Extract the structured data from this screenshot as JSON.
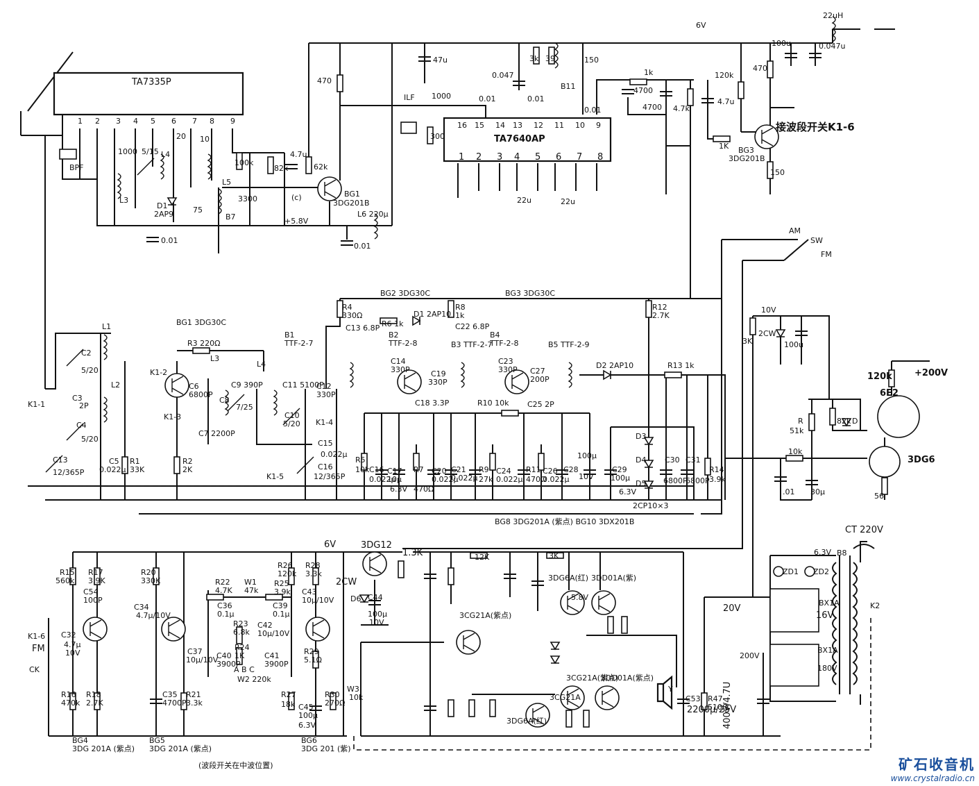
{
  "ics": {
    "ta7335": {
      "name": "TA7335P",
      "pins": [
        "1",
        "2",
        "3",
        "4",
        "5",
        "6",
        "7",
        "8",
        "9"
      ]
    },
    "ta7640": {
      "name": "TA7640AP",
      "top_pins": [
        "16",
        "15",
        "14",
        "13",
        "12",
        "11",
        "10",
        "9"
      ],
      "bottom_pins": [
        "1",
        "2",
        "3",
        "4",
        "5",
        "6",
        "7",
        "8"
      ]
    }
  },
  "top_labels": [
    {
      "id": "supply-6v",
      "text": "6V"
    },
    {
      "id": "l-22uh",
      "text": "22uH"
    },
    {
      "id": "c-47u",
      "text": "47u"
    },
    {
      "id": "c-100u",
      "text": "100u"
    },
    {
      "id": "c-0047u",
      "text": "0.047u"
    },
    {
      "id": "r-470a",
      "text": "470"
    },
    {
      "id": "r-470b",
      "text": "470"
    },
    {
      "id": "r-120k",
      "text": "120k"
    },
    {
      "id": "r-1k",
      "text": "1k"
    },
    {
      "id": "c-4700a",
      "text": "4700"
    },
    {
      "id": "c-4700b",
      "text": "4700"
    },
    {
      "id": "r-47k",
      "text": "4.7k"
    },
    {
      "id": "c-47u2",
      "text": "4.7u"
    },
    {
      "id": "r-1k2",
      "text": "1K"
    },
    {
      "id": "bg3",
      "text": "BG3"
    },
    {
      "id": "bg3-type",
      "text": "3DG201B"
    },
    {
      "id": "r-150",
      "text": "150"
    },
    {
      "id": "c-150",
      "text": "150"
    },
    {
      "id": "r-3k",
      "text": "3k"
    },
    {
      "id": "r-39",
      "text": "39"
    },
    {
      "id": "b11",
      "text": "B11"
    },
    {
      "id": "c-0047",
      "text": "0.047"
    },
    {
      "id": "c-001a",
      "text": "0.01"
    },
    {
      "id": "c-001b",
      "text": "0.01"
    },
    {
      "id": "c-001c",
      "text": "0.01"
    },
    {
      "id": "ilf",
      "text": "ILF"
    },
    {
      "id": "c-1000",
      "text": "1000"
    },
    {
      "id": "r-300",
      "text": "300"
    },
    {
      "id": "c-22u-a",
      "text": "22u"
    },
    {
      "id": "c-22u-b",
      "text": "22u"
    },
    {
      "id": "c-1000b",
      "text": "1000"
    },
    {
      "id": "c-515",
      "text": "5/15"
    },
    {
      "id": "l4",
      "text": "L4"
    },
    {
      "id": "l3",
      "text": "L3"
    },
    {
      "id": "d1",
      "text": "D1"
    },
    {
      "id": "d1-type",
      "text": "2AP9"
    },
    {
      "id": "c-75",
      "text": "75"
    },
    {
      "id": "c-20",
      "text": "20"
    },
    {
      "id": "c-10",
      "text": "10"
    },
    {
      "id": "l5",
      "text": "L5"
    },
    {
      "id": "b7",
      "text": "B7"
    },
    {
      "id": "c-3300",
      "text": "3300"
    },
    {
      "id": "node-c",
      "text": "(c)"
    },
    {
      "id": "r-100k",
      "text": "100k"
    },
    {
      "id": "r-82k",
      "text": "82k"
    },
    {
      "id": "c-47u3",
      "text": "4.7u"
    },
    {
      "id": "r-62k",
      "text": "62k"
    },
    {
      "id": "bg1",
      "text": "BG1"
    },
    {
      "id": "bg1-type",
      "text": "3DG201B"
    },
    {
      "id": "v-58",
      "text": "+5.8V"
    },
    {
      "id": "l6",
      "text": "L6 220μ"
    },
    {
      "id": "c-001d",
      "text": "0.01"
    },
    {
      "id": "c-001e",
      "text": "0.01"
    },
    {
      "id": "bpf",
      "text": "BPF"
    },
    {
      "id": "band-switch",
      "text": "接波段开关K1-6"
    }
  ],
  "switch": {
    "am": "AM",
    "sw": "SW",
    "fm": "FM"
  },
  "middle_labels": [
    {
      "id": "bg1b",
      "text": "BG1 3DG30C"
    },
    {
      "id": "bg2",
      "text": "BG2 3DG30C"
    },
    {
      "id": "bg3b",
      "text": "BG3 3DG30C"
    },
    {
      "id": "l1",
      "text": "L1"
    },
    {
      "id": "l2",
      "text": "L2"
    },
    {
      "id": "c2",
      "text": "C2"
    },
    {
      "id": "c2v",
      "text": "5/20"
    },
    {
      "id": "c3",
      "text": "C3"
    },
    {
      "id": "c3v",
      "text": "2P"
    },
    {
      "id": "c4",
      "text": "C4"
    },
    {
      "id": "c4v",
      "text": "5/20"
    },
    {
      "id": "k11",
      "text": "K1-1"
    },
    {
      "id": "k12",
      "text": "K1-2"
    },
    {
      "id": "k13",
      "text": "K1-3"
    },
    {
      "id": "k14",
      "text": "K1-4"
    },
    {
      "id": "k15",
      "text": "K1-5"
    },
    {
      "id": "c13",
      "text": "C13"
    },
    {
      "id": "c13v",
      "text": "12/365P"
    },
    {
      "id": "c5",
      "text": "C5"
    },
    {
      "id": "c5v",
      "text": "0.022μ"
    },
    {
      "id": "r1",
      "text": "R1"
    },
    {
      "id": "r1v",
      "text": "33K"
    },
    {
      "id": "r2",
      "text": "R2"
    },
    {
      "id": "r2v",
      "text": "2K"
    },
    {
      "id": "r3",
      "text": "R3 220Ω"
    },
    {
      "id": "c6",
      "text": "C6"
    },
    {
      "id": "c6v",
      "text": "6800P"
    },
    {
      "id": "c7",
      "text": "C7 2200P"
    },
    {
      "id": "c8",
      "text": "C8"
    },
    {
      "id": "c8v",
      "text": "7/25"
    },
    {
      "id": "c9",
      "text": "C9 390P"
    },
    {
      "id": "c11",
      "text": "C11 5100P"
    },
    {
      "id": "c10",
      "text": "C10"
    },
    {
      "id": "c10v",
      "text": "5/20"
    },
    {
      "id": "c12",
      "text": "C12"
    },
    {
      "id": "c12v",
      "text": "330P"
    },
    {
      "id": "c15",
      "text": "C15"
    },
    {
      "id": "c15v",
      "text": "0.022μ"
    },
    {
      "id": "c16",
      "text": "C16"
    },
    {
      "id": "c16b",
      "text": "12/365P"
    },
    {
      "id": "l3b",
      "text": "L3"
    },
    {
      "id": "l4b",
      "text": "L4"
    },
    {
      "id": "b1",
      "text": "B1"
    },
    {
      "id": "b1v",
      "text": "TTF-2-7"
    },
    {
      "id": "b2",
      "text": "B2"
    },
    {
      "id": "b2v",
      "text": "TTF-2-8"
    },
    {
      "id": "b3",
      "text": "B3 TTF-2-7"
    },
    {
      "id": "b4",
      "text": "B4"
    },
    {
      "id": "b4v",
      "text": "TTF-2-8"
    },
    {
      "id": "b5",
      "text": "B5 TTF-2-9"
    },
    {
      "id": "r4",
      "text": "R4"
    },
    {
      "id": "r4v",
      "text": "330Ω"
    },
    {
      "id": "r6",
      "text": "R6 1k"
    },
    {
      "id": "d1b",
      "text": "D1 2AP10"
    },
    {
      "id": "r8",
      "text": "R8"
    },
    {
      "id": "r8v",
      "text": "1k"
    },
    {
      "id": "c13b",
      "text": "C13 6.8P"
    },
    {
      "id": "c22",
      "text": "C22 6.8P"
    },
    {
      "id": "c14",
      "text": "C14"
    },
    {
      "id": "c14v",
      "text": "330P"
    },
    {
      "id": "c19",
      "text": "C19"
    },
    {
      "id": "c19v",
      "text": "330P"
    },
    {
      "id": "c18",
      "text": "C18 3.3P"
    },
    {
      "id": "c23",
      "text": "C23"
    },
    {
      "id": "c23v",
      "text": "330P"
    },
    {
      "id": "c27",
      "text": "C27"
    },
    {
      "id": "c27v",
      "text": "200P"
    },
    {
      "id": "c25",
      "text": "C25 2P"
    },
    {
      "id": "r10",
      "text": "R10 10k"
    },
    {
      "id": "d2",
      "text": "D2 2AP10"
    },
    {
      "id": "r12",
      "text": "R12"
    },
    {
      "id": "r12v",
      "text": "2.7K"
    },
    {
      "id": "r13",
      "text": "R13 1k"
    },
    {
      "id": "r5",
      "text": "R5"
    },
    {
      "id": "r5v",
      "text": "10k"
    },
    {
      "id": "c16c",
      "text": "C16"
    },
    {
      "id": "c16cv",
      "text": "0.022μ"
    },
    {
      "id": "c17",
      "text": "C17"
    },
    {
      "id": "c17v",
      "text": "10μ"
    },
    {
      "id": "c17w",
      "text": "6.3V"
    },
    {
      "id": "r7",
      "text": "R7"
    },
    {
      "id": "r7v",
      "text": "470Ω"
    },
    {
      "id": "c20",
      "text": "C20"
    },
    {
      "id": "c20v",
      "text": "0.022μ"
    },
    {
      "id": "c21",
      "text": "C21"
    },
    {
      "id": "c21v",
      "text": "0.022μ"
    },
    {
      "id": "r9",
      "text": "R9"
    },
    {
      "id": "r9v",
      "text": "27k"
    },
    {
      "id": "c24",
      "text": "C24"
    },
    {
      "id": "c24v",
      "text": "0.022μ"
    },
    {
      "id": "r11",
      "text": "R11"
    },
    {
      "id": "r11v",
      "text": "470Ω"
    },
    {
      "id": "c26",
      "text": "C26"
    },
    {
      "id": "c26v",
      "text": "0.022μ"
    },
    {
      "id": "c28",
      "text": "C28"
    },
    {
      "id": "c28v",
      "text": "100μ"
    },
    {
      "id": "c28w",
      "text": "10V"
    },
    {
      "id": "c29",
      "text": "C29"
    },
    {
      "id": "c29v",
      "text": "100μ"
    },
    {
      "id": "c29w",
      "text": "6.3V"
    },
    {
      "id": "d3",
      "text": "D3"
    },
    {
      "id": "d4",
      "text": "D4"
    },
    {
      "id": "d5",
      "text": "D5"
    },
    {
      "id": "c30",
      "text": "C30"
    },
    {
      "id": "c30v",
      "text": "6800P"
    },
    {
      "id": "c31",
      "text": "C31"
    },
    {
      "id": "c31v",
      "text": "6800P"
    },
    {
      "id": "r14",
      "text": "R14"
    },
    {
      "id": "r14v",
      "text": "3.9k"
    },
    {
      "id": "d-2cp",
      "text": "2CP10×3"
    },
    {
      "id": "bg-list",
      "text": "BG8 3DG201A (紫点)   BG10 3DX201B"
    }
  ],
  "tuning": [
    {
      "id": "v10",
      "text": "10V"
    },
    {
      "id": "r3k",
      "text": "3K"
    },
    {
      "id": "z2cw",
      "text": "2CW"
    },
    {
      "id": "c100u",
      "text": "100u"
    },
    {
      "id": "r120k",
      "text": "120k"
    },
    {
      "id": "v200",
      "text": "+200V"
    },
    {
      "id": "tube",
      "text": "6E2"
    },
    {
      "id": "rr",
      "text": "R"
    },
    {
      "id": "rr-v",
      "text": "51k"
    },
    {
      "id": "r82k",
      "text": "82k"
    },
    {
      "id": "dd",
      "text": "D"
    },
    {
      "id": "r10k",
      "text": "10k"
    },
    {
      "id": "c01",
      "text": ".01"
    },
    {
      "id": "c30u",
      "text": "30μ"
    },
    {
      "id": "q-3dg6",
      "text": "3DG6"
    },
    {
      "id": "r56",
      "text": "56"
    }
  ],
  "bottom_labels": [
    {
      "id": "r15",
      "text": "R15"
    },
    {
      "id": "r15v",
      "text": "560k"
    },
    {
      "id": "r17",
      "text": "R17"
    },
    {
      "id": "r17v",
      "text": "3.9K"
    },
    {
      "id": "c54",
      "text": "C54"
    },
    {
      "id": "c54v",
      "text": "100P"
    },
    {
      "id": "r20",
      "text": "R20"
    },
    {
      "id": "r20v",
      "text": "330K"
    },
    {
      "id": "c34",
      "text": "C34"
    },
    {
      "id": "c34v",
      "text": "4.7μ/10V"
    },
    {
      "id": "k16",
      "text": "K1-6"
    },
    {
      "id": "fm",
      "text": "FM"
    },
    {
      "id": "ck",
      "text": "CK"
    },
    {
      "id": "c32",
      "text": "C32"
    },
    {
      "id": "c32v",
      "text": "4.7μ"
    },
    {
      "id": "c32w",
      "text": "10V"
    },
    {
      "id": "r16",
      "text": "R16"
    },
    {
      "id": "r16v",
      "text": "470k"
    },
    {
      "id": "r18",
      "text": "R18"
    },
    {
      "id": "r18v",
      "text": "2.7K"
    },
    {
      "id": "c35",
      "text": "C35"
    },
    {
      "id": "c35v",
      "text": "4700P"
    },
    {
      "id": "r21",
      "text": "R21"
    },
    {
      "id": "r21v",
      "text": "3.3k"
    },
    {
      "id": "bg4",
      "text": "BG4"
    },
    {
      "id": "bg4v",
      "text": "3DG 201A (紫点)"
    },
    {
      "id": "bg5",
      "text": "BG5"
    },
    {
      "id": "bg5v",
      "text": "3DG 201A (紫点)"
    },
    {
      "id": "note",
      "text": "(波段开关在中波位置)"
    },
    {
      "id": "c37",
      "text": "C37"
    },
    {
      "id": "c37v",
      "text": "10μ/10V"
    },
    {
      "id": "r22",
      "text": "R22"
    },
    {
      "id": "r22v",
      "text": "4.7K"
    },
    {
      "id": "w1",
      "text": "W1"
    },
    {
      "id": "w1v",
      "text": "47k"
    },
    {
      "id": "r25",
      "text": "R25"
    },
    {
      "id": "r25v",
      "text": "3.9k"
    },
    {
      "id": "c36",
      "text": "C36"
    },
    {
      "id": "c36v",
      "text": "0.1μ"
    },
    {
      "id": "c39",
      "text": "C39"
    },
    {
      "id": "c39v",
      "text": "0.1μ"
    },
    {
      "id": "r23",
      "text": "R23"
    },
    {
      "id": "r23v",
      "text": "6.8k"
    },
    {
      "id": "c42",
      "text": "C42"
    },
    {
      "id": "c42v",
      "text": "10μ/10V"
    },
    {
      "id": "r24",
      "text": "R24"
    },
    {
      "id": "r24v",
      "text": "1K"
    },
    {
      "id": "c40",
      "text": "C40"
    },
    {
      "id": "c40v",
      "text": "3900P"
    },
    {
      "id": "c41",
      "text": "C41"
    },
    {
      "id": "c41v",
      "text": "3900P"
    },
    {
      "id": "w2",
      "text": "W2 220k"
    },
    {
      "id": "abc",
      "text": "A B C"
    },
    {
      "id": "r26",
      "text": "R26"
    },
    {
      "id": "r26v",
      "text": "120k"
    },
    {
      "id": "r28",
      "text": "R28"
    },
    {
      "id": "r28v",
      "text": "3.3k"
    },
    {
      "id": "c43",
      "text": "C43"
    },
    {
      "id": "c43v",
      "text": "10μ/10V"
    },
    {
      "id": "r29",
      "text": "R29"
    },
    {
      "id": "r29v",
      "text": "5.1Ω"
    },
    {
      "id": "r27",
      "text": "R27"
    },
    {
      "id": "r27v",
      "text": "18k"
    },
    {
      "id": "c45",
      "text": "C45"
    },
    {
      "id": "c45v",
      "text": "100μ"
    },
    {
      "id": "c45w",
      "text": "6.3V"
    },
    {
      "id": "r30",
      "text": "R30"
    },
    {
      "id": "r30v",
      "text": "270Ω"
    },
    {
      "id": "w3",
      "text": "W3"
    },
    {
      "id": "w3v",
      "text": "10k"
    },
    {
      "id": "bg6",
      "text": "BG6"
    },
    {
      "id": "bg6v",
      "text": "3DG 201 (紫)"
    },
    {
      "id": "v6",
      "text": "6V"
    },
    {
      "id": "q3dg12",
      "text": "3DG12"
    },
    {
      "id": "r13k",
      "text": "1.3K"
    },
    {
      "id": "z2cw2",
      "text": "2CW"
    },
    {
      "id": "d6",
      "text": "D6"
    },
    {
      "id": "c44",
      "text": "C44"
    },
    {
      "id": "c44v",
      "text": "100μ"
    },
    {
      "id": "c44w",
      "text": "10V"
    },
    {
      "id": "v20",
      "text": "20V"
    },
    {
      "id": "v200b",
      "text": "200V"
    },
    {
      "id": "c53",
      "text": "C53"
    },
    {
      "id": "c53v",
      "text": "2200μ/25V"
    },
    {
      "id": "r47",
      "text": "R47"
    },
    {
      "id": "r47v",
      "text": "510Ω"
    },
    {
      "id": "c-4004",
      "text": "400V/4.7U"
    },
    {
      "id": "ct220",
      "text": "CT 220V"
    },
    {
      "id": "v63",
      "text": "6.3V"
    },
    {
      "id": "b8",
      "text": "B8"
    },
    {
      "id": "zd1",
      "text": "ZD1"
    },
    {
      "id": "zd2",
      "text": "ZD2"
    },
    {
      "id": "bx1a",
      "text": "BX1A"
    },
    {
      "id": "bx1b",
      "text": "BX1A"
    },
    {
      "id": "v16",
      "text": "16V"
    },
    {
      "id": "v180",
      "text": "180V"
    },
    {
      "id": "k2",
      "text": "K2"
    },
    {
      "id": "spk",
      "text": "Y"
    },
    {
      "id": "amp-r12k",
      "text": "12K"
    },
    {
      "id": "amp-r3k",
      "text": "3K"
    },
    {
      "id": "amp-bg7",
      "text": "3CG21A(紫点)"
    },
    {
      "id": "amp-bg12",
      "text": "3DG6A(红)"
    },
    {
      "id": "amp-bg13",
      "text": "3DD01A(紫)"
    },
    {
      "id": "amp-bg11",
      "text": "3CG21A"
    },
    {
      "id": "amp-bg14",
      "text": "3DG6A(红)"
    },
    {
      "id": "amp-bg15",
      "text": "3CG21A(紫点)"
    },
    {
      "id": "amp-bg16",
      "text": "3DD01A(紫点)"
    },
    {
      "id": "amp-v",
      "text": "5.8V"
    }
  ],
  "watermark": {
    "title": "矿石收音机",
    "url": "www.crystalradio.cn"
  }
}
